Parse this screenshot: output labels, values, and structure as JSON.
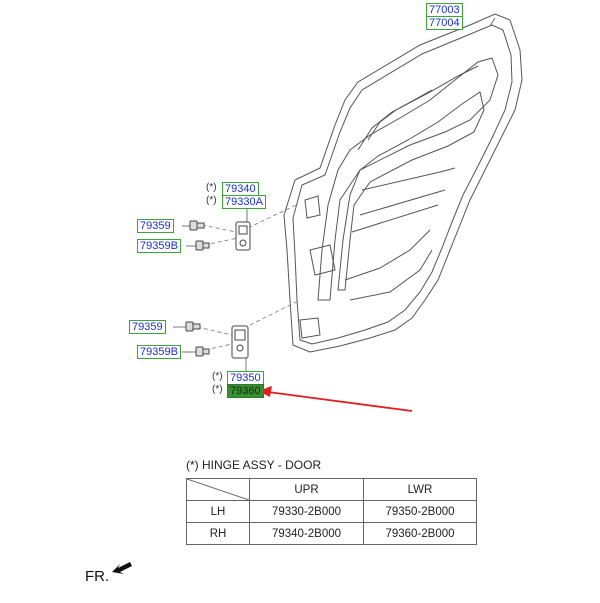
{
  "parts": {
    "door_upper": "77003",
    "door_lower": "77004",
    "hinge_upr_rh": "79340",
    "hinge_upr_lh": "79330A",
    "bolt_upr": "79359",
    "bolt_upr_b": "79359B",
    "bolt_lwr": "79359",
    "bolt_lwr_b": "79359B",
    "hinge_lwr_a": "79350",
    "hinge_lwr_b": "79360"
  },
  "marker": "(*)",
  "legend": {
    "title": "(*) HINGE ASSY - DOOR",
    "headers": [
      "",
      "UPR",
      "LWR"
    ],
    "rows": [
      {
        "side": "LH",
        "upr": "79330-2B000",
        "lwr": "79350-2B000"
      },
      {
        "side": "RH",
        "upr": "79340-2B000",
        "lwr": "79360-2B000"
      }
    ]
  },
  "fr_label": "FR.",
  "colors": {
    "callout_border": "#3aa53a",
    "callout_text": "#1a2fd0",
    "highlight": "#3a8f32",
    "arrow": "#e02020"
  }
}
